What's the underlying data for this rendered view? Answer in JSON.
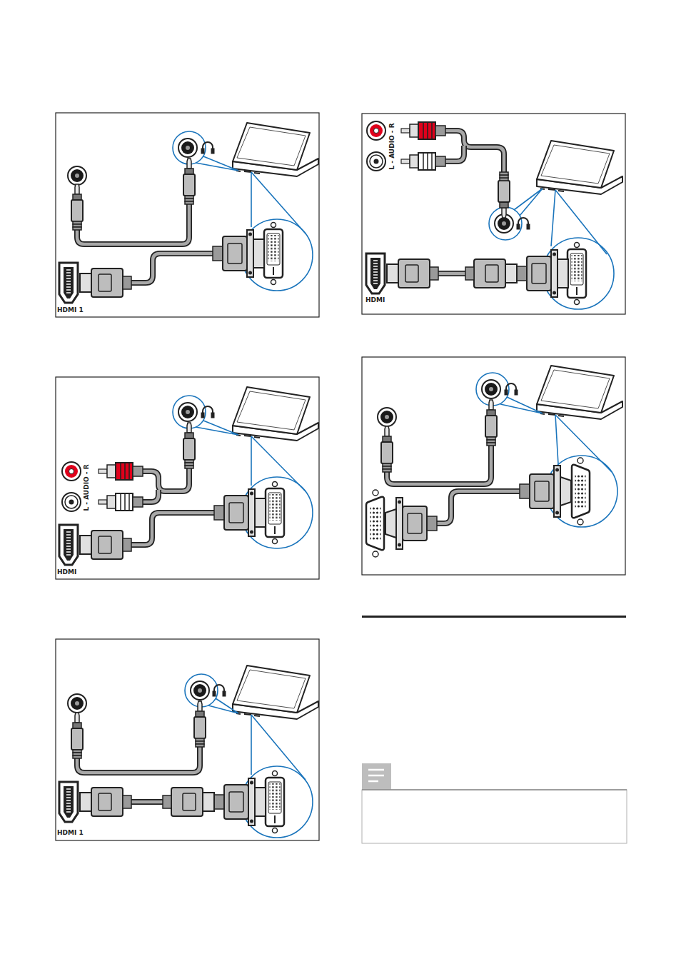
{
  "diagram": {
    "labels": [
      "HDMI 1",
      "L - AUDIO - R",
      "HDMI",
      "HDMI 1",
      "L - AUDIO - R",
      "HDMI"
    ]
  }
}
